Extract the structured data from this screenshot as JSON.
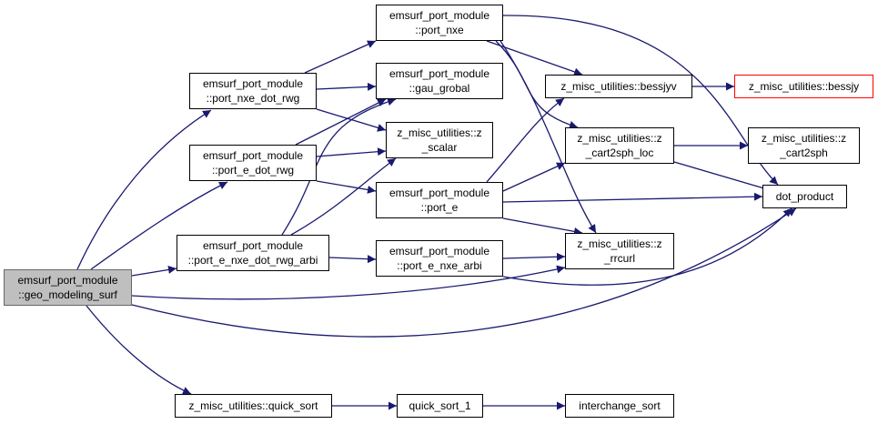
{
  "diagram": {
    "edge_color": "#191970",
    "nodes": {
      "geo_modeling_surf": {
        "lines": [
          "emsurf_port_module",
          "::geo_modeling_surf"
        ]
      },
      "port_nxe_dot_rwg": {
        "lines": [
          "emsurf_port_module",
          "::port_nxe_dot_rwg"
        ]
      },
      "port_e_dot_rwg": {
        "lines": [
          "emsurf_port_module",
          "::port_e_dot_rwg"
        ]
      },
      "port_e_nxe_dot_rwg_arbi": {
        "lines": [
          "emsurf_port_module",
          "::port_e_nxe_dot_rwg_arbi"
        ]
      },
      "quick_sort": {
        "lines": [
          "z_misc_utilities::quick_sort"
        ]
      },
      "port_nxe": {
        "lines": [
          "emsurf_port_module",
          "::port_nxe"
        ]
      },
      "gau_grobal": {
        "lines": [
          "emsurf_port_module",
          "::gau_grobal"
        ]
      },
      "z_scalar": {
        "lines": [
          "z_misc_utilities::z",
          "_scalar"
        ]
      },
      "port_e": {
        "lines": [
          "emsurf_port_module",
          "::port_e"
        ]
      },
      "port_e_nxe_arbi": {
        "lines": [
          "emsurf_port_module",
          "::port_e_nxe_arbi"
        ]
      },
      "quick_sort_1": {
        "lines": [
          "quick_sort_1"
        ]
      },
      "bessjyv": {
        "lines": [
          "z_misc_utilities::bessjyv"
        ]
      },
      "z_cart2sph_loc": {
        "lines": [
          "z_misc_utilities::z",
          "_cart2sph_loc"
        ]
      },
      "z_rrcurl": {
        "lines": [
          "z_misc_utilities::z",
          "_rrcurl"
        ]
      },
      "interchange_sort": {
        "lines": [
          "interchange_sort"
        ]
      },
      "bessjy": {
        "lines": [
          "z_misc_utilities::bessjy"
        ]
      },
      "z_cart2sph": {
        "lines": [
          "z_misc_utilities::z",
          "_cart2sph"
        ]
      },
      "dot_product": {
        "lines": [
          "dot_product"
        ]
      }
    }
  }
}
